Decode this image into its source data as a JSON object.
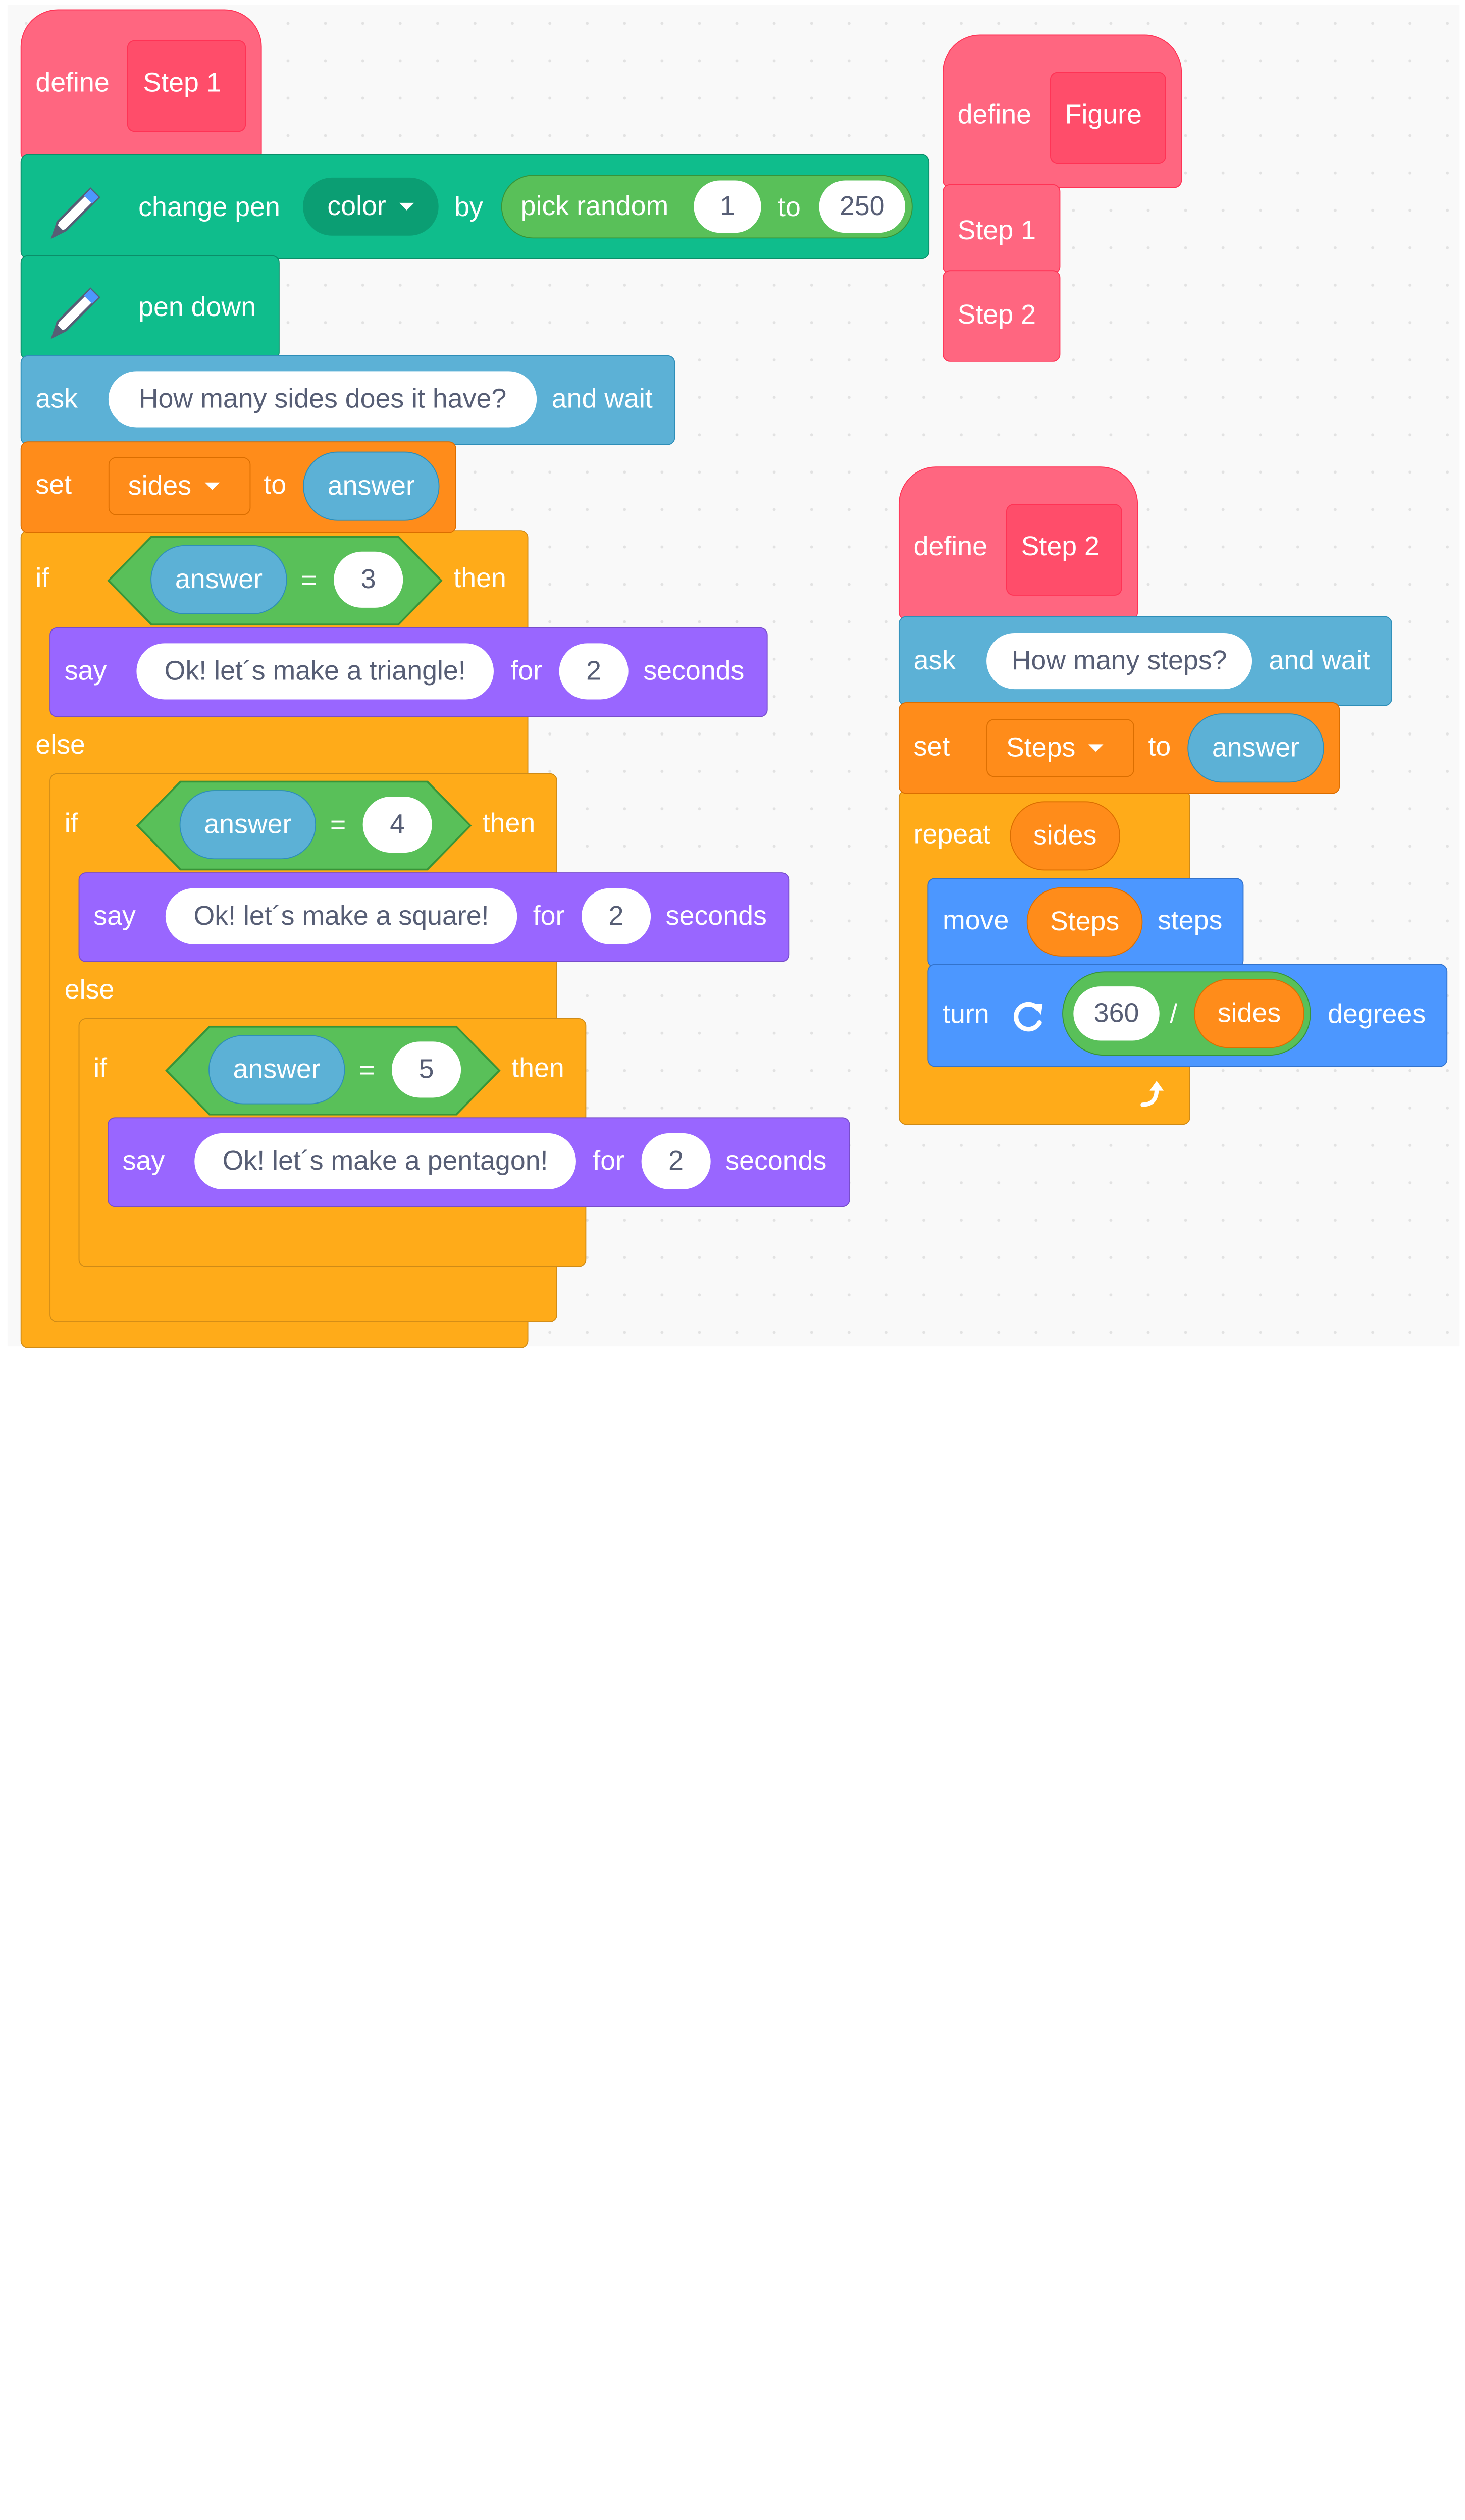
{
  "colors": {
    "define": "#ff6680",
    "pen": "#0fbd8c",
    "sensing": "#5cb1d6",
    "variables": "#ff8c1a",
    "control": "#ffab19",
    "looks": "#9966ff",
    "operators": "#59c059",
    "motion": "#4c97ff"
  },
  "stack1": {
    "define_label": "define",
    "proc_name": "Step 1",
    "change_pen": "change pen",
    "color_menu": "color",
    "by": "by",
    "pick_random": "pick random",
    "rand_from": "1",
    "rand_to_word": "to",
    "rand_to": "250",
    "pen_down": "pen down",
    "ask": "ask",
    "question": "How many sides does it have?",
    "and_wait": "and wait",
    "set": "set",
    "set_var": "sides",
    "set_to": "to",
    "set_value": "answer",
    "if1": {
      "if": "if",
      "op_left": "answer",
      "op": "=",
      "op_right": "3",
      "then": "then",
      "say": "say",
      "msg": "Ok! let´s make a triangle!",
      "for": "for",
      "secs": "2",
      "seconds": "seconds",
      "else": "else"
    },
    "if2": {
      "if": "if",
      "op_left": "answer",
      "op": "=",
      "op_right": "4",
      "then": "then",
      "say": "say",
      "msg": "Ok! let´s make a square!",
      "for": "for",
      "secs": "2",
      "seconds": "seconds",
      "else": "else"
    },
    "if3": {
      "if": "if",
      "op_left": "answer",
      "op": "=",
      "op_right": "5",
      "then": "then",
      "say": "say",
      "msg": "Ok! let´s make a pentagon!",
      "for": "for",
      "secs": "2",
      "seconds": "seconds"
    }
  },
  "stack2": {
    "define_label": "define",
    "proc_name": "Figure",
    "call1": "Step 1",
    "call2": "Step 2"
  },
  "stack3": {
    "define_label": "define",
    "proc_name": "Step 2",
    "ask": "ask",
    "question": "How many steps?",
    "and_wait": "and wait",
    "set": "set",
    "set_var": "Steps",
    "set_to": "to",
    "set_value": "answer",
    "repeat": "repeat",
    "repeat_count": "sides",
    "move": "move",
    "move_value": "Steps",
    "steps": "steps",
    "turn": "turn",
    "turn_left": "360",
    "turn_op": "/",
    "turn_right": "sides",
    "degrees": "degrees"
  }
}
